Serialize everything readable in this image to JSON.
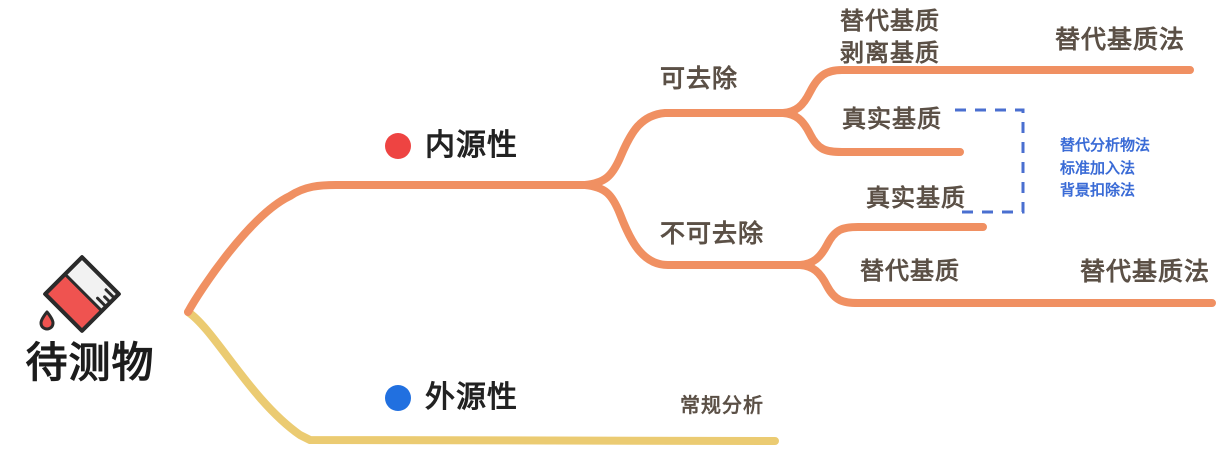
{
  "diagram": {
    "type": "mind-map-tree",
    "root": {
      "label": "待测物",
      "icon": "flask-icon"
    },
    "colors": {
      "endogenous_branch": "#F09062",
      "exogenous_branch": "#EBCB72",
      "endogenous_dot": "#EE4442",
      "exogenous_dot": "#2170E0",
      "label_text": "#5b5046",
      "blue_methods": "#3a6bd6",
      "background": "#FFFFFF"
    },
    "categories": [
      {
        "name": "endogenous",
        "label": "内源性",
        "dot": "red-dot-icon",
        "dot_color": "#EE4442"
      },
      {
        "name": "exogenous",
        "label": "外源性",
        "dot": "blue-dot-icon",
        "dot_color": "#2170E0"
      }
    ],
    "mid_labels": {
      "removable": "可去除",
      "non_removable": "不可去除"
    },
    "leaf_labels": {
      "substitute_stripped_line1": "替代基质",
      "substitute_stripped_line2": "剥离基质",
      "true_matrix_upper": "真实基质",
      "true_matrix_lower": "真实基质",
      "substitute_matrix_lower": "替代基质",
      "routine_analysis": "常规分析"
    },
    "methods": {
      "top": "替代基质法",
      "bottom": "替代基质法",
      "bracketed": [
        "替代分析物法",
        "标准加入法",
        "背景扣除法"
      ]
    }
  }
}
